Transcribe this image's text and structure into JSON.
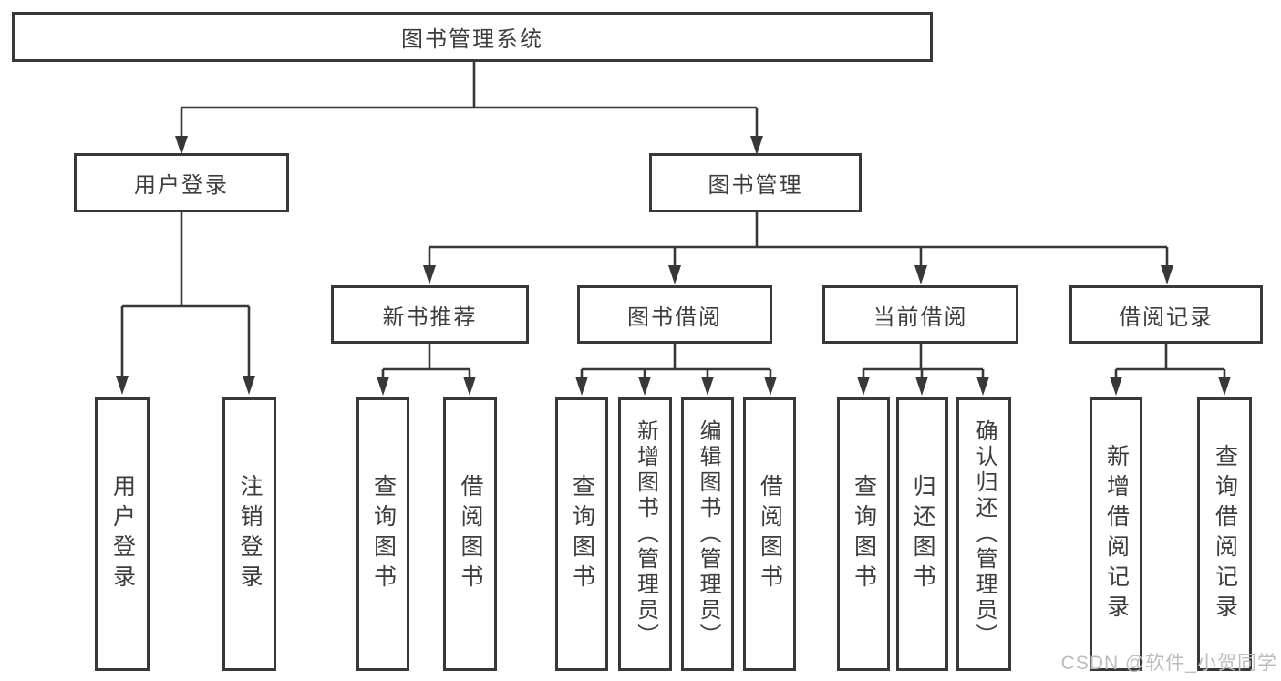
{
  "diagram": {
    "root": "图书管理系统",
    "branches": [
      {
        "label": "用户登录",
        "leaves": [
          "用户登录",
          "注销登录"
        ]
      },
      {
        "label": "图书管理",
        "groups": [
          {
            "label": "新书推荐",
            "leaves": [
              "查询图书",
              "借阅图书"
            ]
          },
          {
            "label": "图书借阅",
            "leaves": [
              "查询图书",
              "新增图书（管理员）",
              "编辑图书（管理员）",
              "借阅图书"
            ]
          },
          {
            "label": "当前借阅",
            "leaves": [
              "查询图书",
              "归还图书",
              "确认归还（管理员）"
            ]
          },
          {
            "label": "借阅记录",
            "leaves": [
              "新增借阅记录",
              "查询借阅记录"
            ]
          }
        ]
      }
    ]
  },
  "watermark": {
    "text": "CSDN @软件_小贺同学"
  },
  "colors": {
    "line": "#383838",
    "box_border": "#383838",
    "text": "#3d3d3d",
    "watermark": "#b9bdc1",
    "background": "#ffffff"
  }
}
